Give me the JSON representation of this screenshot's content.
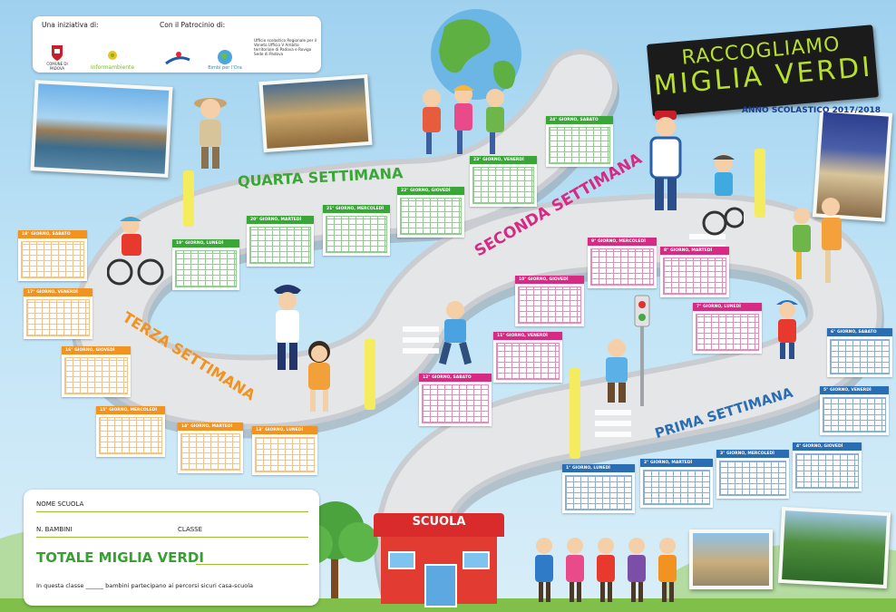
{
  "sponsors": {
    "initiative_label": "Una iniziativa di:",
    "patronage_label": "Con il Patrocinio di:",
    "comune_caption": "COMUNE DI PADOVA",
    "infoambiente": "Informambiente",
    "bimbi_caption": "Bimbi per l'Ora",
    "ufficio_text": "Ufficio scolastico Regionale per il Veneto Ufficio V Ambito territoriale di Padova e Rovigo Sede di Padova"
  },
  "title": {
    "line1": "RACCOGLIAMO",
    "line2": "MIGLIA VERDI",
    "year": "ANNO SCOLASTICO 2017/2018"
  },
  "weeks": {
    "first": "PRIMA SETTIMANA",
    "second": "SECONDA SETTIMANA",
    "third": "TERZA SETTIMANA",
    "fourth": "QUARTA SETTIMANA"
  },
  "days": [
    {
      "label": "1° GIORNO, LUNEDÌ",
      "week": "first"
    },
    {
      "label": "2° GIORNO, MARTEDÌ",
      "week": "first"
    },
    {
      "label": "3° GIORNO, MERCOLEDÌ",
      "week": "first"
    },
    {
      "label": "4° GIORNO, GIOVEDÌ",
      "week": "first"
    },
    {
      "label": "5° GIORNO, VENERDÌ",
      "week": "first"
    },
    {
      "label": "6° GIORNO, SABATO",
      "week": "first"
    },
    {
      "label": "7° GIORNO, LUNEDÌ",
      "week": "second"
    },
    {
      "label": "8° GIORNO, MARTEDÌ",
      "week": "second"
    },
    {
      "label": "9° GIORNO, MERCOLEDÌ",
      "week": "second"
    },
    {
      "label": "10° GIORNO, GIOVEDÌ",
      "week": "second"
    },
    {
      "label": "11° GIORNO, VENERDÌ",
      "week": "second"
    },
    {
      "label": "12° GIORNO, SABATO",
      "week": "second"
    },
    {
      "label": "13° GIORNO, LUNEDÌ",
      "week": "third"
    },
    {
      "label": "14° GIORNO, MARTEDÌ",
      "week": "third"
    },
    {
      "label": "15° GIORNO, MERCOLEDÌ",
      "week": "third"
    },
    {
      "label": "16° GIORNO, GIOVEDÌ",
      "week": "third"
    },
    {
      "label": "17° GIORNO, VENERDÌ",
      "week": "third"
    },
    {
      "label": "18° GIORNO, SABATO",
      "week": "third"
    },
    {
      "label": "19° GIORNO, LUNEDÌ",
      "week": "fourth"
    },
    {
      "label": "20° GIORNO, MARTEDÌ",
      "week": "fourth"
    },
    {
      "label": "21° GIORNO, MERCOLEDÌ",
      "week": "fourth"
    },
    {
      "label": "22° GIORNO, GIOVEDÌ",
      "week": "fourth"
    },
    {
      "label": "23° GIORNO, VENERDÌ",
      "week": "fourth"
    },
    {
      "label": "24° GIORNO, SABATO",
      "week": "fourth"
    }
  ],
  "colors": {
    "first": "#2b6db3",
    "second": "#d62a83",
    "third": "#f29220",
    "fourth": "#3aa637",
    "road": "#c9ccd0",
    "sign_text": "#b6e02c"
  },
  "form": {
    "school_name": "NOME SCUOLA",
    "children": "N. BAMBINI",
    "class": "CLASSE",
    "total": "TOTALE MIGLIA VERDI",
    "note": "In questa classe ______ bambini partecipano ai percorsi sicuri casa-scuola"
  },
  "school_label": "SCUOLA"
}
